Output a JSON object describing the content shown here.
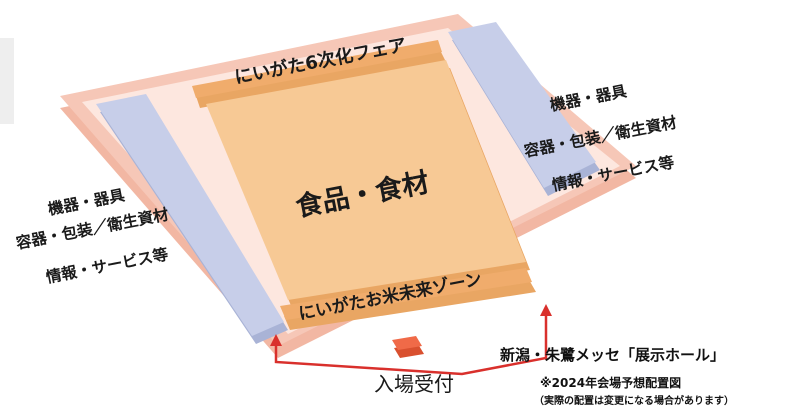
{
  "floor_map": {
    "top_zone": "にいがた6次化フェア",
    "center_zone": "食品・食材",
    "bottom_zone": "にいがたお米未来ゾーン",
    "left_zone": {
      "line1": "機器・器具",
      "line2": "容器・包装／衛生資材",
      "line3": "情報・サービス等"
    },
    "right_zone": {
      "line1": "機器・器具",
      "line2": "容器・包装／衛生資材",
      "line3": "情報・サービス等"
    },
    "entrance": "入場受付"
  },
  "caption": {
    "venue": "新潟・朱鷺メッセ「展示ホール」",
    "note": "※2024年会場予想配置図",
    "subnote": "（実際の配置は変更になる場合があります）"
  },
  "colors": {
    "floor_outer": "#f6c7b7",
    "floor_inner": "#fde7df",
    "side_zone": "#c7cee9",
    "side_zone_edge": "#a9b3d6",
    "center_zone": "#f7c995",
    "center_zone_edge": "#e9a663",
    "strip_zone": "#f0ac6c",
    "arrow": "#d9302c",
    "entrance_block": "#f06a48"
  }
}
